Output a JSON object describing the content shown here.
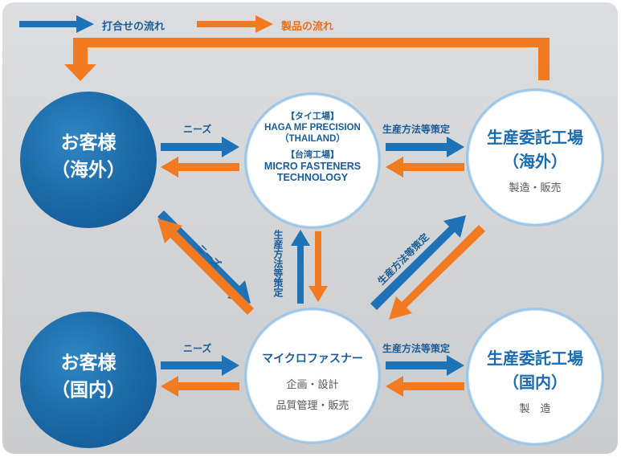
{
  "legend": {
    "consultation_flow": "打合せの流れ",
    "product_flow": "製品の流れ"
  },
  "colors": {
    "consultation": "#1d72b8",
    "product": "#f27b22",
    "navy_text": "#1a5c96"
  },
  "nodes": {
    "customer_overseas": {
      "line1": "お客様",
      "line2": "（海外）"
    },
    "customer_domestic": {
      "line1": "お客様",
      "line2": "（国内）"
    },
    "hub_overseas": {
      "thai_header": "【タイ工場】",
      "thai_name1": "HAGA MF PRECISION",
      "thai_name2": "（THAILAND）",
      "taiwan_header": "【台湾工場】",
      "taiwan_name1": "MICRO FASTENERS",
      "taiwan_name2": "TECHNOLOGY"
    },
    "hub_domestic": {
      "title": "マイクロファスナー",
      "role1": "企画・設計",
      "role2": "品質管理・販売"
    },
    "factory_overseas": {
      "line1": "生産委託工場",
      "line2": "（海外）",
      "role": "製造・販売"
    },
    "factory_domestic": {
      "line1": "生産委託工場",
      "line2": "（国内）",
      "role": "製　造"
    }
  },
  "edge_labels": {
    "needs_top": "ニーズ",
    "needs_diagonal": "ニーズ",
    "needs_bottom": "ニーズ",
    "method_top": "生産方法等策定",
    "method_vertical": "生産方法等策定",
    "method_diagonal": "生産方法等策定",
    "method_bottom": "生産方法等策定"
  }
}
